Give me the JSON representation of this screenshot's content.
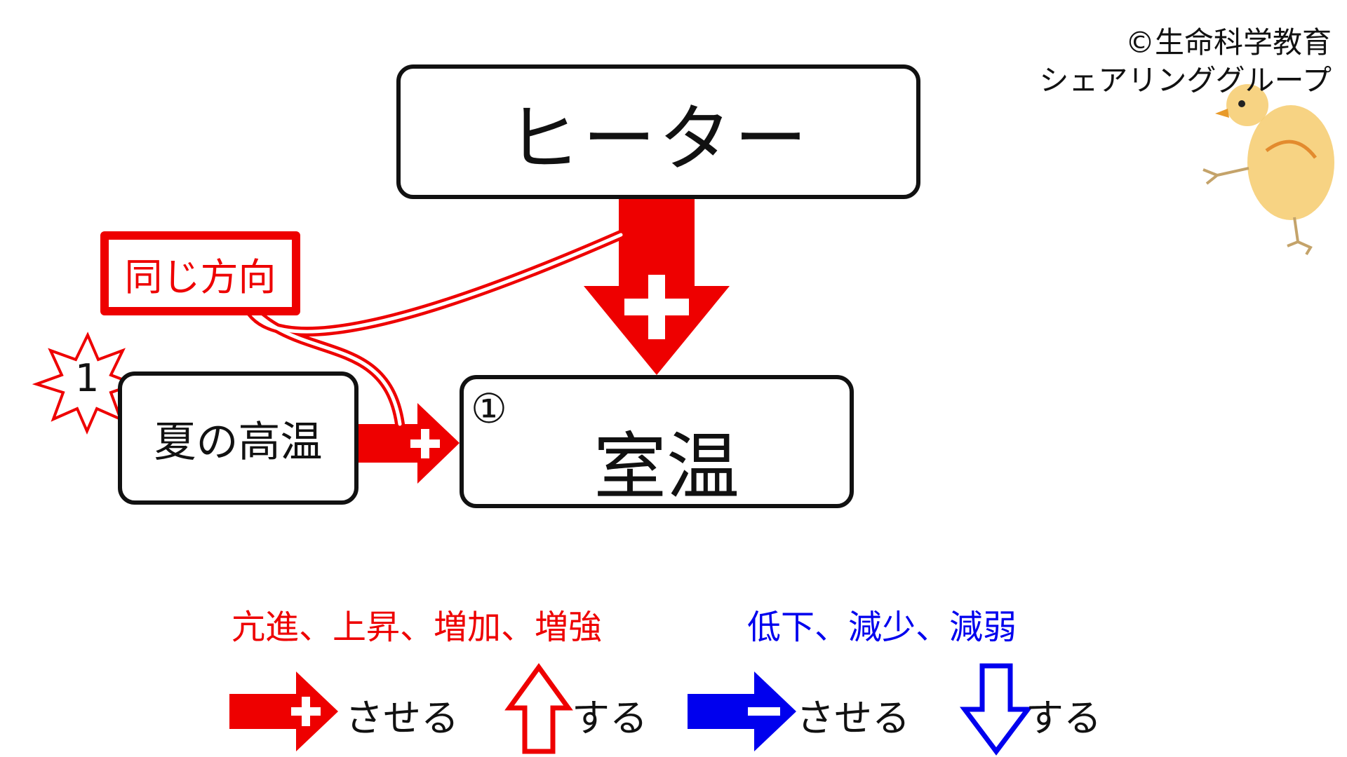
{
  "copyright": {
    "line1": "©生命科学教育",
    "line2": "シェアリンググループ"
  },
  "heater": {
    "label": "ヒーター"
  },
  "summer_heat": {
    "label": "夏の高温"
  },
  "room_temp": {
    "number": "①",
    "label": "室温"
  },
  "same_direction": {
    "label": "同じ方向"
  },
  "badge": {
    "number": "1"
  },
  "legend": {
    "increase_text": "亢進、上昇、増加、増強",
    "decrease_text": "低下、減少、減弱",
    "plus_arrow_label": "させる",
    "up_arrow_label": "する",
    "minus_arrow_label": "させる",
    "down_arrow_label": "する"
  },
  "colors": {
    "red": "#ee0000",
    "blue": "#0000ee",
    "black": "#111111",
    "chick": "#f2bf4e"
  }
}
